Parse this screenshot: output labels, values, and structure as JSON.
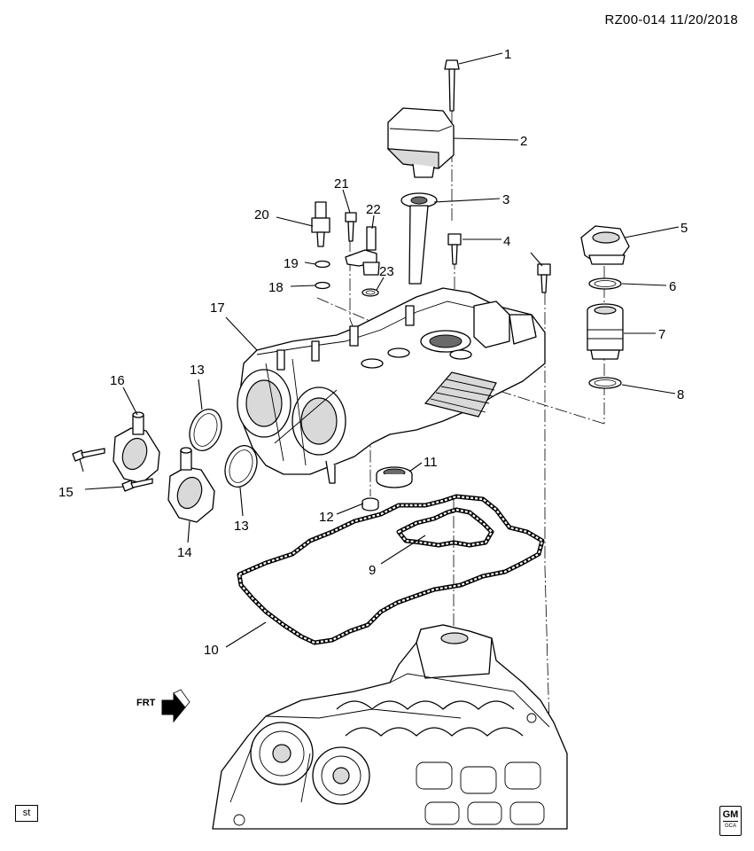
{
  "header": {
    "ref": "RZ00-014",
    "date": "11/20/2018"
  },
  "diagram": {
    "labels": [
      "1",
      "2",
      "3",
      "4",
      "5",
      "6",
      "7",
      "8",
      "9",
      "10",
      "11",
      "12",
      "13",
      "13",
      "14",
      "15",
      "16",
      "17",
      "18",
      "19",
      "20",
      "21",
      "22",
      "23"
    ],
    "direction_arrow": "FRT"
  },
  "footer": {
    "code": "st",
    "logo_text": "GM",
    "logo_sub": "GCA"
  }
}
